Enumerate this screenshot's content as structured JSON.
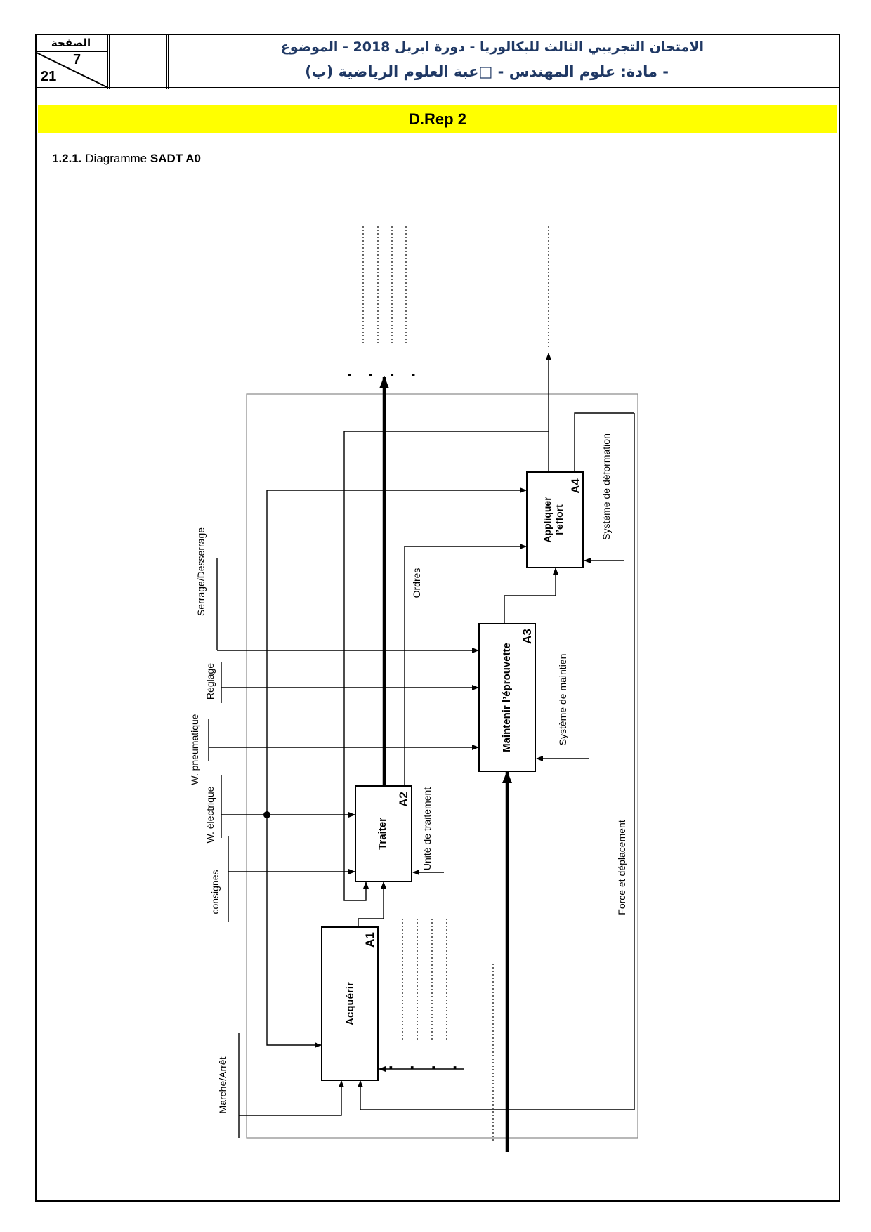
{
  "header": {
    "page_label": "الصفحة",
    "page_number": "7",
    "page_total": "21",
    "title_line1": "الامتحان التجريبي الثالث للبكالوريا - دورة ابريل 2018 - الموضوع",
    "title_line2": "- مادة: علوم المهندس - □عبة العلوم الرياضية (ب)"
  },
  "banner": {
    "title": "D.Rep 2"
  },
  "section": {
    "number": "1.2.1.",
    "text_prefix": " Diagramme ",
    "text_bold": "SADT  A0"
  },
  "diagram": {
    "boxes": {
      "a1": {
        "label": "Acquérir",
        "code": "A1"
      },
      "a2": {
        "label": "Traiter",
        "code": "A2"
      },
      "a3": {
        "label": "Maintenir l’éprouvette",
        "code": "A3"
      },
      "a4": {
        "label_line1": "Appliquer",
        "label_line2": "l’effort",
        "code": "A4"
      }
    },
    "inputs": {
      "marche": "Marche/Arrêt",
      "consignes": "consignes",
      "w_electrique": "W. électrique",
      "w_pneumatique": "W. pneumatique",
      "reglage": "Réglage",
      "serrage": "Serrage/Desserrage"
    },
    "mechanisms": {
      "unite": "Unité de traitement",
      "systeme_maintien": "Système de maintien",
      "systeme_deformation": "Système de déformation"
    },
    "internal": {
      "ordres": "Ordres",
      "force": "Force et déplacement"
    },
    "dots": {
      "top_outputs": ". . . .",
      "a1_mechanism": ". . . ."
    }
  }
}
